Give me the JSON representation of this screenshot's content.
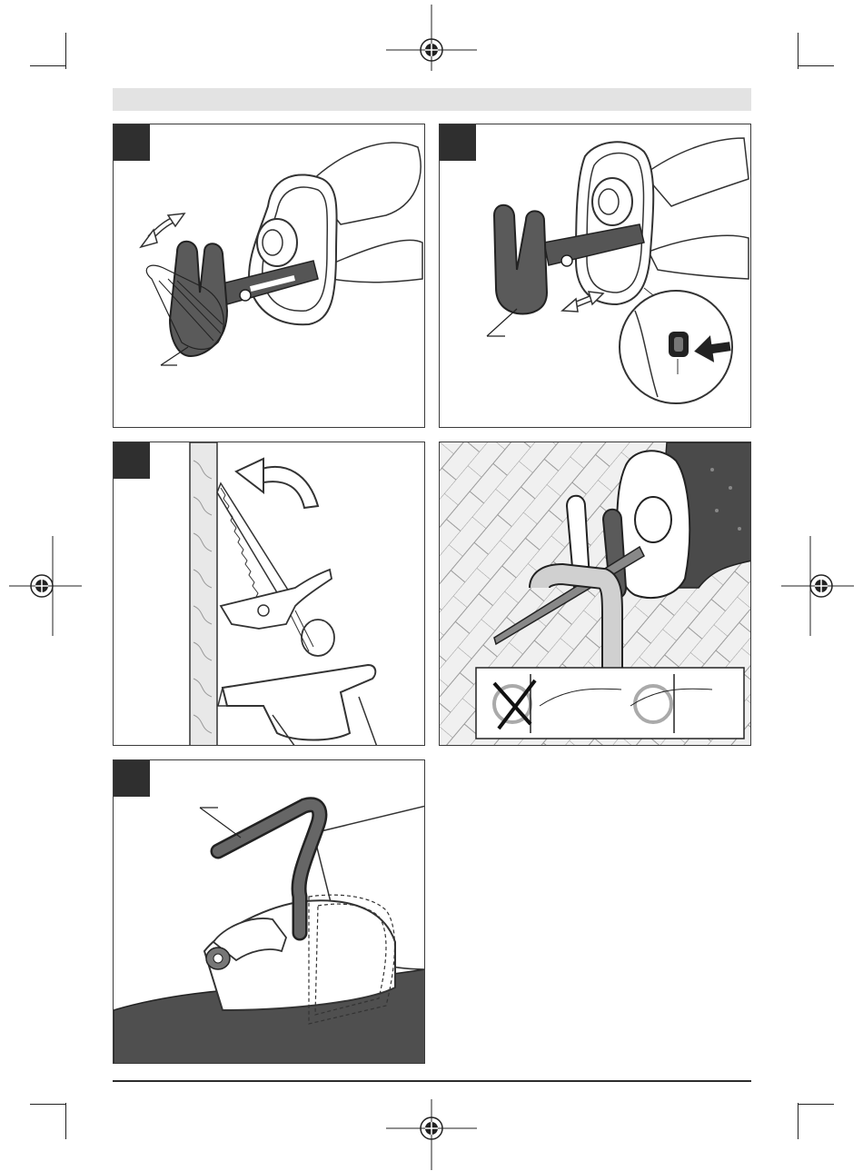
{
  "page": {
    "header_text": "",
    "footer_text": "",
    "panels": [
      {
        "id": "A",
        "step_label": ""
      },
      {
        "id": "B",
        "step_label": ""
      },
      {
        "id": "C",
        "step_label": ""
      },
      {
        "id": "D",
        "step_label": ""
      },
      {
        "id": "E",
        "step_label": ""
      }
    ]
  },
  "colors": {
    "panel_border": "#3a3a3a",
    "tag_fill": "#2f2f2f",
    "shoe_fill": "#5a5a5a",
    "header_bar": "#e3e3e3",
    "wall_brick": "#f0f0f0"
  },
  "icons": [
    "registration-mark-icon",
    "crop-mark-icon",
    "double-arrow-icon",
    "curved-arrow-icon",
    "press-arrow-icon",
    "cross-mark-icon"
  ]
}
